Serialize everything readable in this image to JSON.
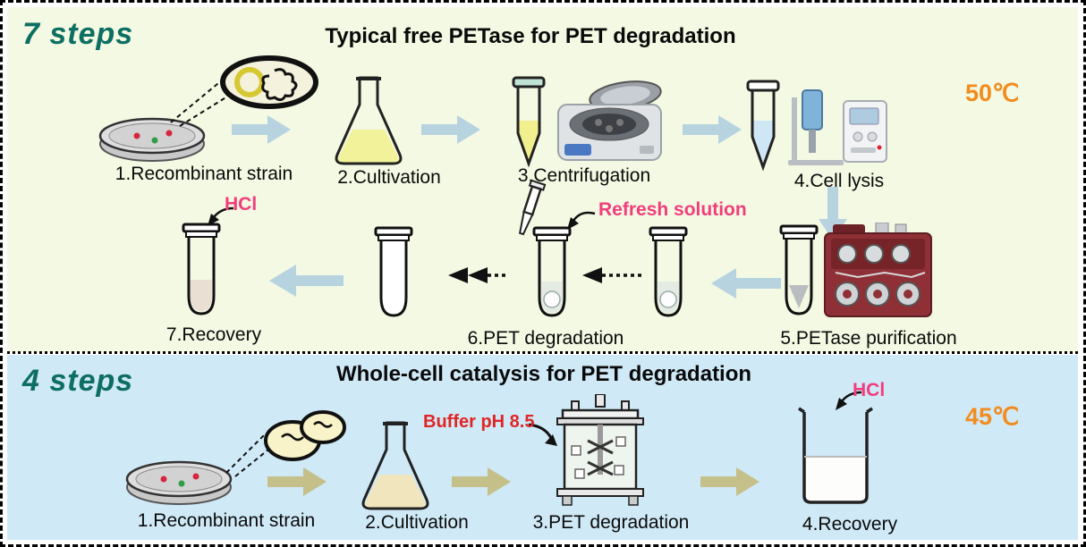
{
  "top_panel": {
    "steps_label": "7 steps",
    "title": "Typical free PETase for PET degradation",
    "temperature": "50℃",
    "annotations": {
      "hcl": "HCl",
      "refresh": "Refresh solution"
    },
    "steps": [
      "1.Recombinant strain",
      "2.Cultivation",
      "3.Centrifugation",
      "4.Cell lysis",
      "5.PETase purification",
      "6.PET degradation",
      "7.Recovery"
    ]
  },
  "bottom_panel": {
    "steps_label": "4 steps",
    "title": "Whole-cell catalysis for PET degradation",
    "temperature": "45℃",
    "annotations": {
      "hcl": "HCl",
      "buffer": "Buffer pH 8.5"
    },
    "steps": [
      "1.Recombinant strain",
      "2.Cultivation",
      "3.PET degradation",
      "4.Recovery"
    ]
  },
  "colors": {
    "top_background": "#f3f9e3",
    "bottom_background": "#cfe9f7",
    "steps_accent": "#0d6e62",
    "temperature": "#f28c1e",
    "pink_annotation": "#f23d7c",
    "red_annotation": "#e02525",
    "top_arrow": "#b7d3e0",
    "bottom_arrow": "#c5c08a"
  },
  "icons": [
    "petri-dish-icon",
    "microbe-capsule-icon",
    "yeast-cells-icon",
    "flask-icon",
    "centrifuge-tube-icon",
    "centrifuge-icon",
    "sonicator-icon",
    "fplc-purifier-icon",
    "round-tube-icon",
    "pipette-icon",
    "bioreactor-icon",
    "beaker-icon",
    "block-arrow-icon",
    "dotted-arrow-icon",
    "annotation-arrow-icon"
  ]
}
